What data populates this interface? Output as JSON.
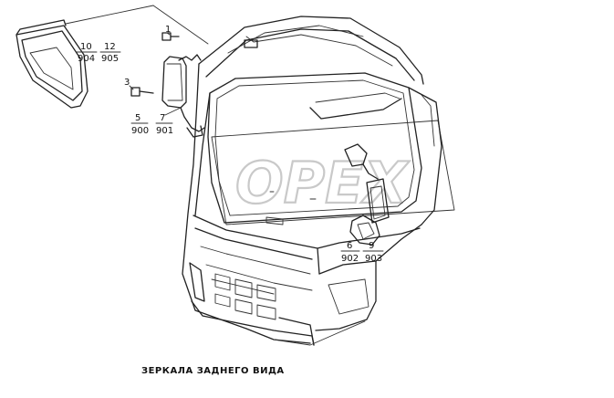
{
  "caption": "ЗЕРКАЛА ЗАДНЕГО ВИДА",
  "watermark": "OPEX",
  "callouts": {
    "c1": "1",
    "c3": "3",
    "c5": "5",
    "c900": "900",
    "c7": "7",
    "c901": "901",
    "c10": "10",
    "c904": "904",
    "c12": "12",
    "c905": "905",
    "c6": "6",
    "c902": "902",
    "c9": "9",
    "c903": "903"
  }
}
